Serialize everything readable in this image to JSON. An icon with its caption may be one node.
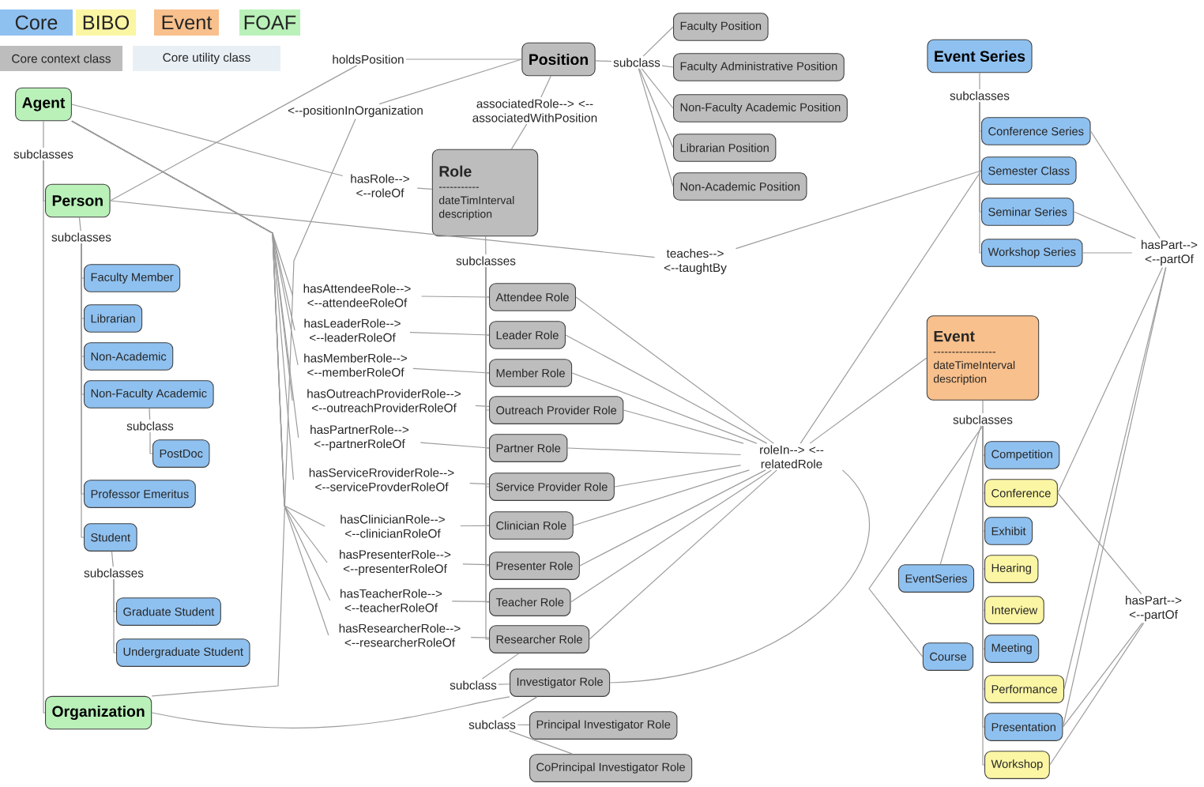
{
  "diagram": {
    "nodes": [
      {
        "text": [
          "Agent"
        ]
      },
      {
        "text": [
          "Person"
        ]
      },
      {
        "text": [
          "subclasses"
        ]
      },
      {
        "text": [
          "subclasses"
        ]
      },
      {
        "text": [
          "Faculty Member"
        ]
      },
      {
        "text": [
          "Librarian"
        ]
      },
      {
        "text": [
          "Non-Academic"
        ]
      },
      {
        "text": [
          "Non-Faculty Academic"
        ]
      },
      {
        "text": [
          "subclass"
        ]
      },
      {
        "text": [
          "PostDoc"
        ]
      },
      {
        "text": [
          "Professor Emeritus"
        ]
      },
      {
        "text": [
          "Student"
        ]
      },
      {
        "text": [
          "subclasses"
        ]
      },
      {
        "text": [
          "Graduate Student"
        ]
      },
      {
        "text": [
          "Undergraduate Student"
        ]
      },
      {
        "text": [
          "Organization"
        ]
      },
      {
        "text": [
          "holdsPosition"
        ]
      },
      {
        "text": [
          "<--positionInOrganization"
        ]
      },
      {
        "text": [
          "Position"
        ]
      },
      {
        "text": [
          "subclass"
        ]
      },
      {
        "text": [
          "Faculty Position"
        ]
      },
      {
        "text": [
          "Faculty Administrative Position"
        ]
      },
      {
        "text": [
          "Non-Faculty Academic Position"
        ]
      },
      {
        "text": [
          "Librarian Position"
        ]
      },
      {
        "text": [
          "Non-Academic Position"
        ]
      },
      {
        "text": [
          "associatedRole--> <--associatedWithPosition"
        ]
      },
      {
        "text": [
          "hasRole--> <--roleOf"
        ]
      },
      {
        "text": [
          "Role",
          "-----------",
          "dateTimInterval description"
        ]
      },
      {
        "text": [
          "subclasses"
        ]
      },
      {
        "text": [
          "teaches--> <--taughtBy"
        ]
      },
      {
        "text": [
          "hasAttendeeRole--> <--attendeeRoleOf"
        ]
      },
      {
        "text": [
          "hasLeaderRole--> <--leaderRoleOf"
        ]
      },
      {
        "text": [
          "hasMemberRole--> <--memberRoleOf"
        ]
      },
      {
        "text": [
          "hasOutreachProviderRole--> <--outreachProviderRoleOf"
        ]
      },
      {
        "text": [
          "hasPartnerRole--> <--partnerRoleOf"
        ]
      },
      {
        "text": [
          "hasServiceRroviderRole--> <--serviceProvderRoleOf"
        ]
      },
      {
        "text": [
          "hasClinicianRole--> <--clinicianRoleOf"
        ]
      },
      {
        "text": [
          "hasPresenterRole--> <--presenterRoleOf"
        ]
      },
      {
        "text": [
          "hasTeacherRole--> <--teacherRoleOf"
        ]
      },
      {
        "text": [
          "hasResearcherRole--> <--researcherRoleOf"
        ]
      },
      {
        "text": [
          "Attendee Role"
        ]
      },
      {
        "text": [
          "Leader Role"
        ]
      },
      {
        "text": [
          "Member Role"
        ]
      },
      {
        "text": [
          "Outreach Provider Role"
        ]
      },
      {
        "text": [
          "Partner Role"
        ]
      },
      {
        "text": [
          "Service Provider Role"
        ]
      },
      {
        "text": [
          "Clinician Role"
        ]
      },
      {
        "text": [
          "Presenter Role"
        ]
      },
      {
        "text": [
          "Teacher Role"
        ]
      },
      {
        "text": [
          "Researcher Role"
        ]
      },
      {
        "text": [
          "subclass"
        ]
      },
      {
        "text": [
          "Investigator Role"
        ]
      },
      {
        "text": [
          "subclass"
        ]
      },
      {
        "text": [
          "Principal Investigator Role"
        ]
      },
      {
        "text": [
          "CoPrincipal Investigator Role"
        ]
      },
      {
        "text": [
          "roleIn--> <--relatedRole"
        ]
      },
      {
        "text": [
          "Event Series"
        ]
      },
      {
        "text": [
          "subclasses"
        ]
      },
      {
        "text": [
          "Conference Series"
        ]
      },
      {
        "text": [
          "Semester Class"
        ]
      },
      {
        "text": [
          "Seminar Series"
        ]
      },
      {
        "text": [
          "Workshop Series"
        ]
      },
      {
        "text": [
          "hasPart--> <--partOf"
        ]
      },
      {
        "text": [
          "Event",
          "-----------------",
          "dateTimeInterval description"
        ]
      },
      {
        "text": [
          "subclasses"
        ]
      },
      {
        "text": [
          "Competition"
        ]
      },
      {
        "text": [
          "Conference"
        ]
      },
      {
        "text": [
          "Exhibit"
        ]
      },
      {
        "text": [
          "Hearing"
        ]
      },
      {
        "text": [
          "EventSeries"
        ]
      },
      {
        "text": [
          "Interview"
        ]
      },
      {
        "text": [
          "Course"
        ]
      },
      {
        "text": [
          "Meeting"
        ]
      },
      {
        "text": [
          "Performance"
        ]
      },
      {
        "text": [
          "Presentation"
        ]
      },
      {
        "text": [
          "Workshop"
        ]
      },
      {
        "text": [
          "hasPart--> <--partOf"
        ]
      }
    ],
    "edges": [
      {
        "from": 0,
        "to": 2,
        "arrow": "none"
      },
      {
        "from": 2,
        "to": 1,
        "arrow": "none"
      },
      {
        "from": 2,
        "to": 15,
        "arrow": "none"
      },
      {
        "from": 0,
        "to": 26,
        "arrow": "none"
      },
      {
        "from": 26,
        "to": 27,
        "arrow": "none"
      },
      {
        "from": 0,
        "to": 30,
        "arrow": "none"
      },
      {
        "from": 0,
        "to": 31,
        "arrow": "none"
      },
      {
        "from": 0,
        "to": 32,
        "arrow": "none"
      },
      {
        "from": 0,
        "to": 33,
        "arrow": "none"
      },
      {
        "from": 0,
        "to": 34,
        "arrow": "none"
      },
      {
        "from": 0,
        "to": 35,
        "arrow": "none"
      },
      {
        "from": 0,
        "to": 36,
        "arrow": "none"
      },
      {
        "from": 0,
        "to": 37,
        "arrow": "none"
      },
      {
        "from": 0,
        "to": 38,
        "arrow": "none"
      },
      {
        "from": 0,
        "to": 39,
        "arrow": "none"
      },
      {
        "from": 1,
        "to": 29,
        "arrow": "none"
      },
      {
        "from": 29,
        "to": 59,
        "arrow": "none"
      },
      {
        "from": 1,
        "to": 16,
        "arrow": "none"
      },
      {
        "from": 16,
        "to": 18,
        "arrow": "none"
      },
      {
        "from": 18,
        "to": 17,
        "arrow": "none"
      },
      {
        "from": 17,
        "to": 15,
        "arrow": "none"
      },
      {
        "from": 18,
        "to": 25,
        "arrow": "none"
      },
      {
        "from": 25,
        "to": 27,
        "arrow": "none"
      },
      {
        "from": 18,
        "to": 19,
        "arrow": "none"
      },
      {
        "from": 19,
        "to": 20,
        "arrow": "none"
      },
      {
        "from": 19,
        "to": 21,
        "arrow": "none"
      },
      {
        "from": 19,
        "to": 22,
        "arrow": "none"
      },
      {
        "from": 19,
        "to": 23,
        "arrow": "none"
      },
      {
        "from": 19,
        "to": 24,
        "arrow": "none"
      },
      {
        "from": 1,
        "to": 3,
        "arrow": "none"
      },
      {
        "from": 3,
        "to": 4,
        "arrow": "none"
      },
      {
        "from": 3,
        "to": 5,
        "arrow": "none"
      },
      {
        "from": 3,
        "to": 6,
        "arrow": "none"
      },
      {
        "from": 3,
        "to": 7,
        "arrow": "none"
      },
      {
        "from": 3,
        "to": 10,
        "arrow": "none"
      },
      {
        "from": 3,
        "to": 11,
        "arrow": "none"
      },
      {
        "from": 7,
        "to": 8,
        "arrow": "none"
      },
      {
        "from": 8,
        "to": 9,
        "arrow": "none"
      },
      {
        "from": 11,
        "to": 12,
        "arrow": "none"
      },
      {
        "from": 12,
        "to": 13,
        "arrow": "none"
      },
      {
        "from": 12,
        "to": 14,
        "arrow": "none"
      },
      {
        "from": 27,
        "to": 28,
        "arrow": "none"
      },
      {
        "from": 28,
        "to": 40,
        "arrow": "none"
      },
      {
        "from": 28,
        "to": 41,
        "arrow": "none"
      },
      {
        "from": 28,
        "to": 42,
        "arrow": "none"
      },
      {
        "from": 28,
        "to": 43,
        "arrow": "none"
      },
      {
        "from": 28,
        "to": 44,
        "arrow": "none"
      },
      {
        "from": 28,
        "to": 45,
        "arrow": "none"
      },
      {
        "from": 28,
        "to": 46,
        "arrow": "none"
      },
      {
        "from": 28,
        "to": 47,
        "arrow": "none"
      },
      {
        "from": 28,
        "to": 48,
        "arrow": "none"
      },
      {
        "from": 28,
        "to": 49,
        "arrow": "none"
      },
      {
        "from": 30,
        "to": 40,
        "arrow": "none"
      },
      {
        "from": 31,
        "to": 41,
        "arrow": "none"
      },
      {
        "from": 32,
        "to": 42,
        "arrow": "none"
      },
      {
        "from": 33,
        "to": 43,
        "arrow": "none"
      },
      {
        "from": 34,
        "to": 44,
        "arrow": "none"
      },
      {
        "from": 35,
        "to": 45,
        "arrow": "none"
      },
      {
        "from": 36,
        "to": 46,
        "arrow": "none"
      },
      {
        "from": 37,
        "to": 47,
        "arrow": "none"
      },
      {
        "from": 38,
        "to": 48,
        "arrow": "none"
      },
      {
        "from": 39,
        "to": 49,
        "arrow": "none"
      },
      {
        "from": 49,
        "to": 50,
        "arrow": "none"
      },
      {
        "from": 50,
        "to": 51,
        "arrow": "none"
      },
      {
        "from": 51,
        "to": 52,
        "arrow": "none"
      },
      {
        "from": 52,
        "to": 53,
        "arrow": "none"
      },
      {
        "from": 52,
        "to": 54,
        "arrow": "none"
      },
      {
        "from": 40,
        "to": 55,
        "arrow": "none"
      },
      {
        "from": 41,
        "to": 55,
        "arrow": "none"
      },
      {
        "from": 42,
        "to": 55,
        "arrow": "none"
      },
      {
        "from": 43,
        "to": 55,
        "arrow": "none"
      },
      {
        "from": 44,
        "to": 55,
        "arrow": "none"
      },
      {
        "from": 45,
        "to": 55,
        "arrow": "none"
      },
      {
        "from": 46,
        "to": 55,
        "arrow": "none"
      },
      {
        "from": 47,
        "to": 55,
        "arrow": "none"
      },
      {
        "from": 48,
        "to": 55,
        "arrow": "none"
      },
      {
        "from": 49,
        "to": 55,
        "arrow": "none"
      },
      {
        "from": 51,
        "to": 55,
        "arrow": "none"
      },
      {
        "from": 15,
        "to": 51,
        "arrow": "none"
      },
      {
        "from": 55,
        "to": 63,
        "arrow": "none"
      },
      {
        "from": 55,
        "to": 59,
        "arrow": "none"
      },
      {
        "from": 56,
        "to": 57,
        "arrow": "none"
      },
      {
        "from": 57,
        "to": 58,
        "arrow": "none"
      },
      {
        "from": 57,
        "to": 59,
        "arrow": "none"
      },
      {
        "from": 57,
        "to": 60,
        "arrow": "none"
      },
      {
        "from": 57,
        "to": 61,
        "arrow": "none"
      },
      {
        "from": 58,
        "to": 62,
        "arrow": "none"
      },
      {
        "from": 60,
        "to": 62,
        "arrow": "none"
      },
      {
        "from": 61,
        "to": 62,
        "arrow": "none"
      },
      {
        "from": 62,
        "to": 66,
        "arrow": "none"
      },
      {
        "from": 62,
        "to": 73,
        "arrow": "none"
      },
      {
        "from": 62,
        "to": 74,
        "arrow": "none"
      },
      {
        "from": 66,
        "to": 76,
        "arrow": "none"
      },
      {
        "from": 76,
        "to": 74,
        "arrow": "none"
      },
      {
        "from": 76,
        "to": 75,
        "arrow": "none"
      },
      {
        "from": 63,
        "to": 64,
        "arrow": "none"
      },
      {
        "from": 64,
        "to": 65,
        "arrow": "none"
      },
      {
        "from": 64,
        "to": 66,
        "arrow": "none"
      },
      {
        "from": 64,
        "to": 67,
        "arrow": "none"
      },
      {
        "from": 64,
        "to": 68,
        "arrow": "none"
      },
      {
        "from": 64,
        "to": 70,
        "arrow": "none"
      },
      {
        "from": 64,
        "to": 72,
        "arrow": "none"
      },
      {
        "from": 64,
        "to": 73,
        "arrow": "none"
      },
      {
        "from": 64,
        "to": 74,
        "arrow": "none"
      },
      {
        "from": 64,
        "to": 75,
        "arrow": "none"
      },
      {
        "from": 64,
        "to": 69,
        "arrow": "none"
      },
      {
        "from": 64,
        "to": 71,
        "arrow": "none"
      }
    ],
    "legend": [
      {
        "text": "Core",
        "color": "#8fc1f0"
      },
      {
        "text": "BIBO",
        "color": "#fbf6a4"
      },
      {
        "text": "Event",
        "color": "#f8c08c"
      },
      {
        "text": "FOAF",
        "color": "#b9f1b9"
      },
      {
        "text": "Core context class",
        "color": "#bdbdbd"
      },
      {
        "text": "Core utility class",
        "color": "#e8eff5"
      }
    ]
  }
}
